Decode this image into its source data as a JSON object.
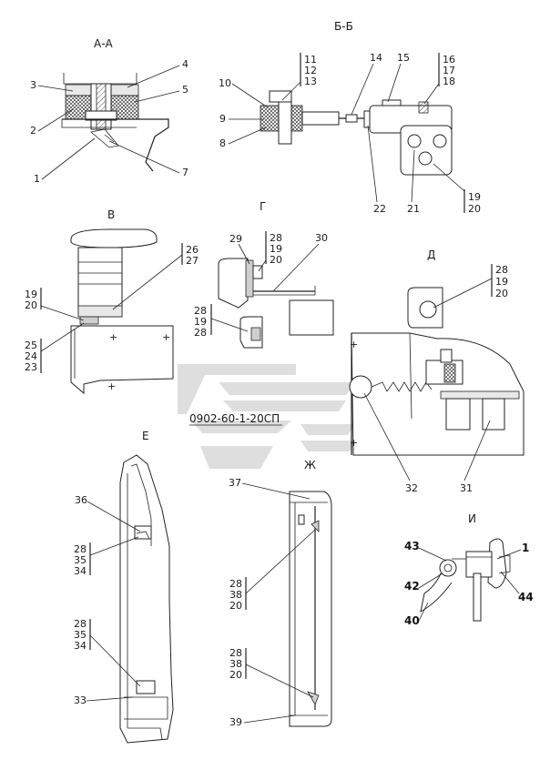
{
  "sections": {
    "aa": "А-А",
    "bb": "Б-Б",
    "v": "В",
    "g": "Г",
    "d": "Д",
    "e": "Е",
    "zh": "Ж",
    "i": "И"
  },
  "watermark": "0902-60-1-20СП",
  "callouts": {
    "c1": "1",
    "c2": "2",
    "c3": "3",
    "c4": "4",
    "c5": "5",
    "c7": "7",
    "c8": "8",
    "c9": "9",
    "c10": "10",
    "s111213": [
      "11",
      "12",
      "13"
    ],
    "c14": "14",
    "c15": "15",
    "s161718": [
      "16",
      "17",
      "18"
    ],
    "s1920_bb": [
      "19",
      "20"
    ],
    "c21": "21",
    "c22": "22",
    "s2627": [
      "26",
      "27"
    ],
    "s1920_v": [
      "19",
      "20"
    ],
    "s252423": [
      "25",
      "24",
      "23"
    ],
    "c29": "29",
    "s281920_g": [
      "28",
      "19",
      "20"
    ],
    "c30": "30",
    "s281928_g": [
      "28",
      "19",
      "28"
    ],
    "s281920_d": [
      "28",
      "19",
      "20"
    ],
    "c32": "32",
    "c31": "31",
    "c36": "36",
    "s283534_a": [
      "28",
      "35",
      "34"
    ],
    "s283534_b": [
      "28",
      "35",
      "34"
    ],
    "c33": "33",
    "c37": "37",
    "s283820_a": [
      "28",
      "38",
      "20"
    ],
    "s283820_b": [
      "28",
      "38",
      "20"
    ],
    "c39": "39",
    "c43": "43",
    "c1i": "1",
    "c42": "42",
    "c44": "44",
    "c40": "40"
  }
}
